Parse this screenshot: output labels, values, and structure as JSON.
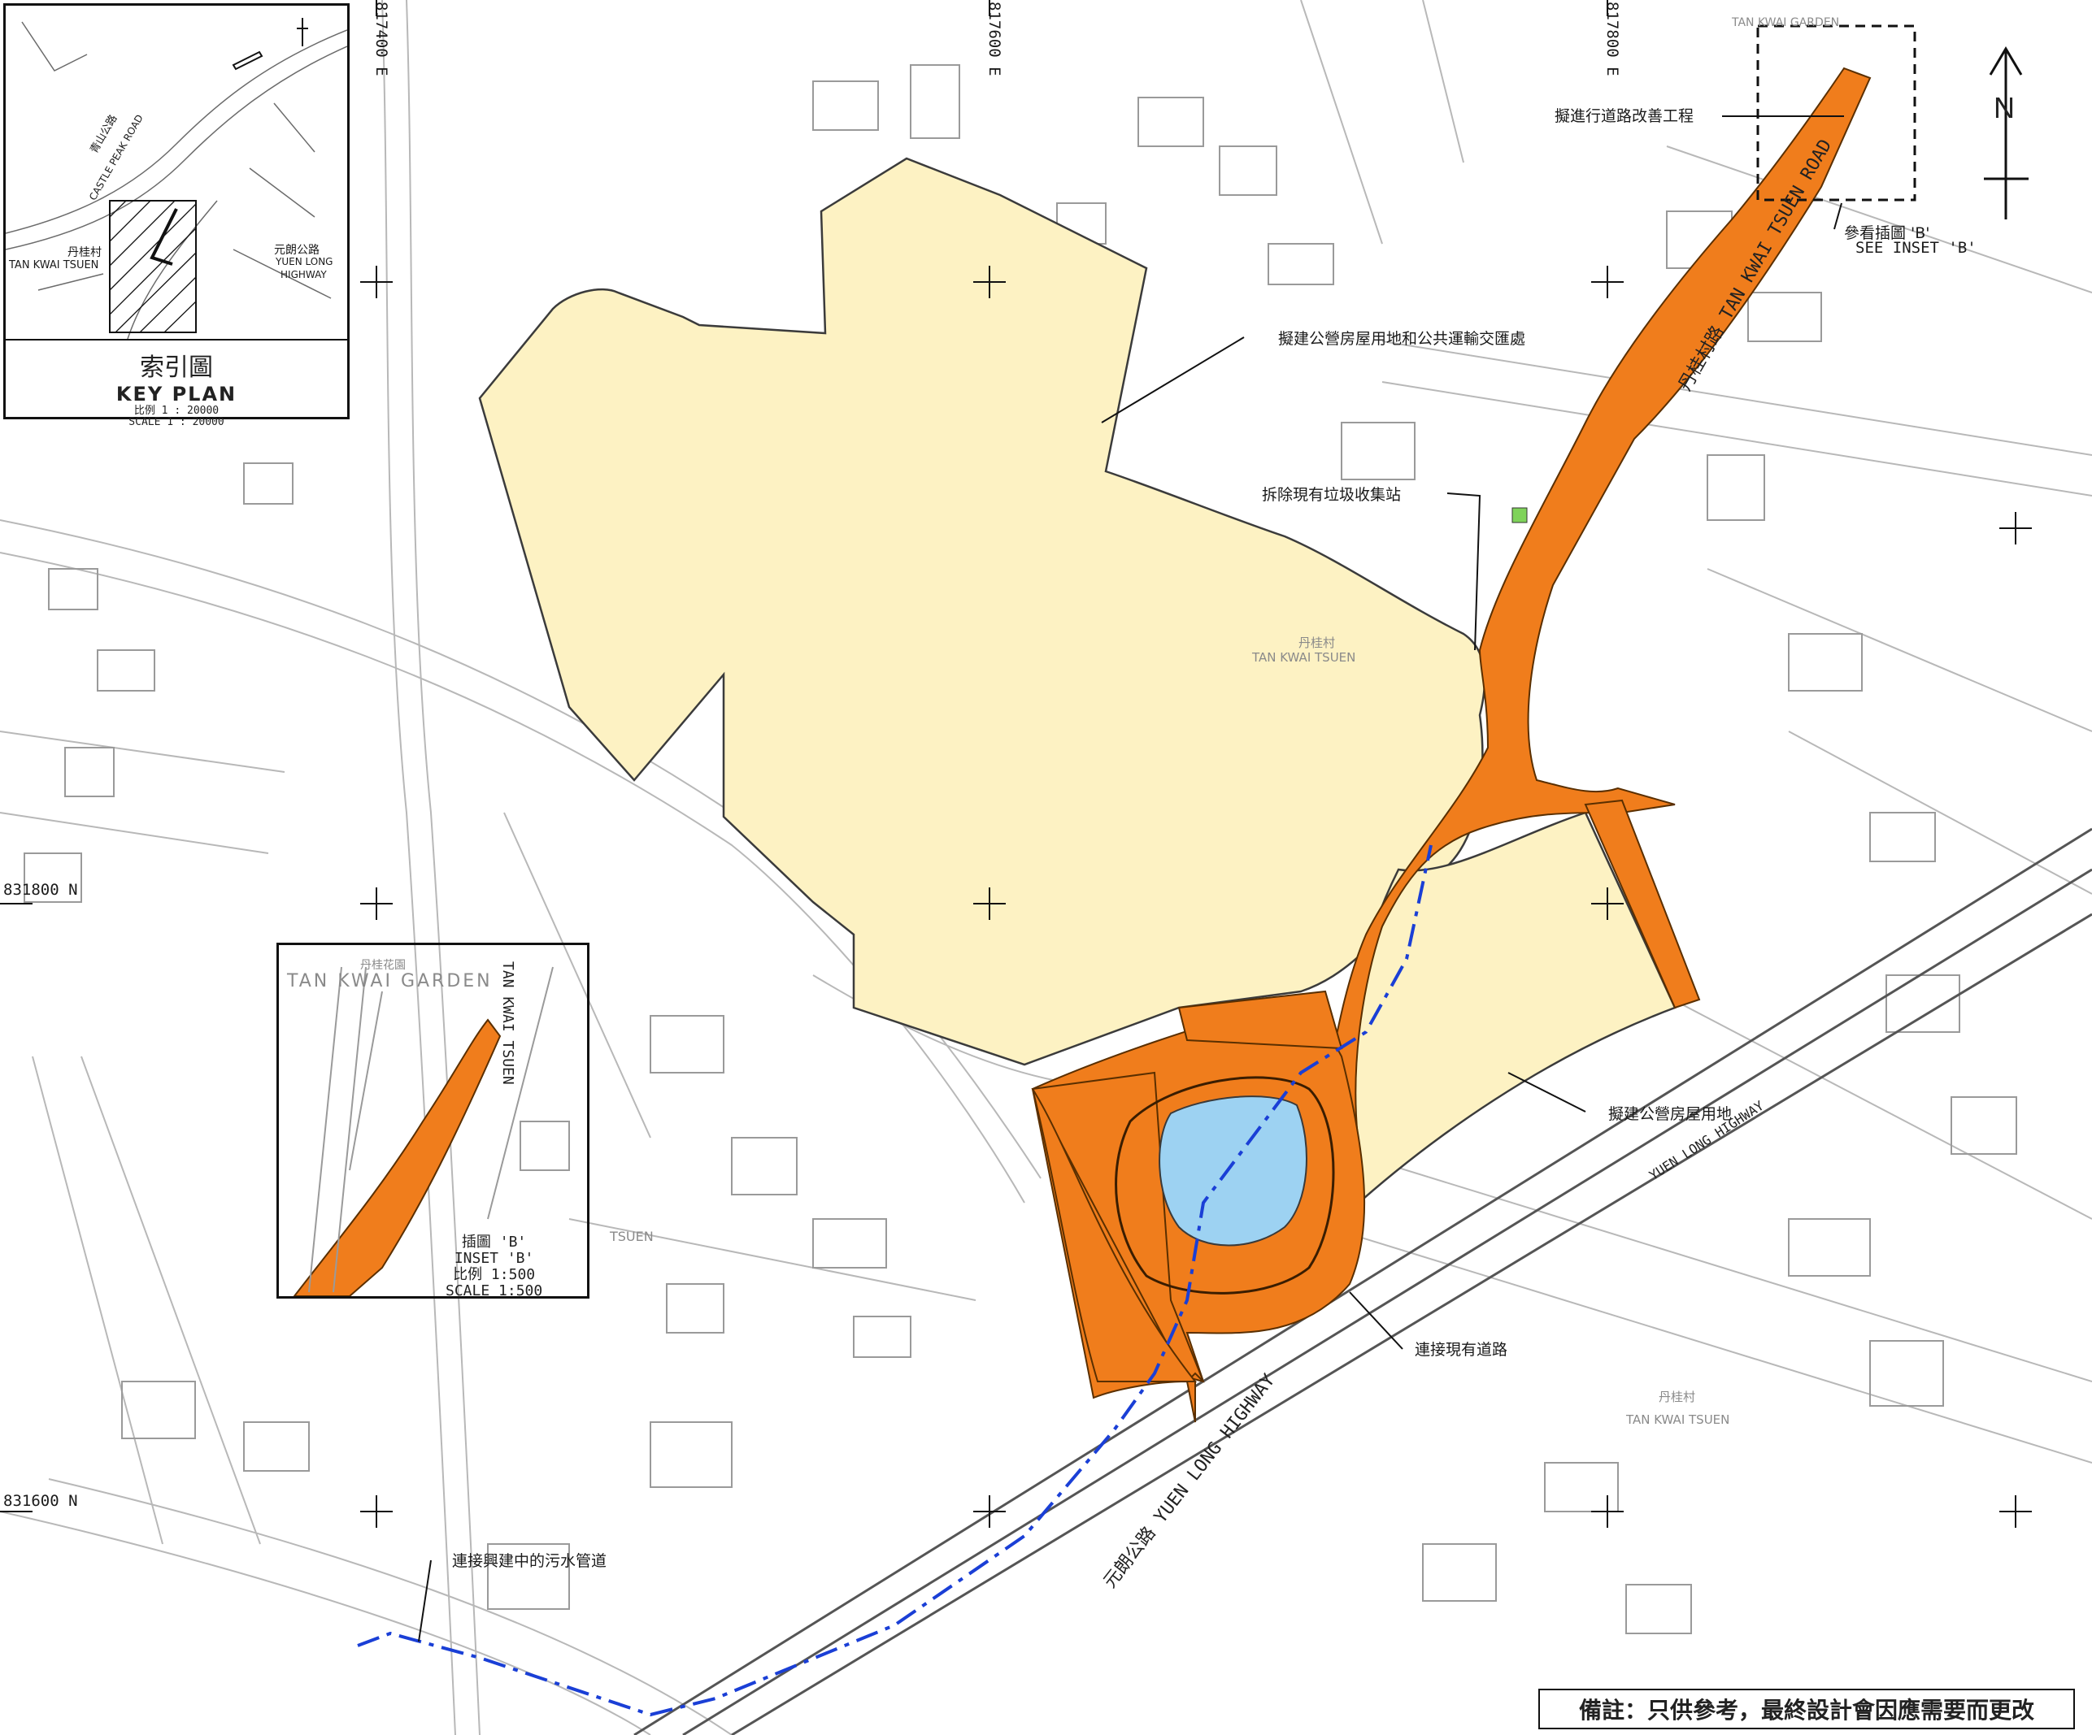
{
  "map": {
    "north_label": "N",
    "grid_labels": {
      "e_817400": "817400 E",
      "e_817600": "817600 E",
      "e_817800": "817800 E",
      "n_831800": "831800 N",
      "n_831600": "831600 N"
    },
    "callouts": {
      "footpath_improvement": "擬進行道路改善工程",
      "see_inset_cn": "參看插圖 'B'",
      "see_inset_en": "SEE INSET 'B'",
      "housing_transport": "擬建公營房屋用地和公共運輸交匯處",
      "demolish_refuse": "拆除現有垃圾收集站",
      "housing_site": "擬建公營房屋用地",
      "connect_road": "連接現有道路",
      "connect_sewer": "連接興建中的污水管道"
    },
    "place_labels": {
      "tan_kwai_tsuen_cn": "丹桂村",
      "tan_kwai_tsuen_en": "TAN KWAI TSUEN",
      "tan_kwai_garden_en": "TAN KWAI GARDEN",
      "yuen_long_highway": "元朗公路 YUEN LONG HIGHWAY",
      "yuen_long_highway_en": "YUEN LONG HIGHWAY",
      "tan_kwai_tsuen_road": "丹桂村路 TAN KWAI TSUEN ROAD",
      "tsuen_fragment": "TSUEN"
    },
    "colors": {
      "road_works": "#f07d1c",
      "housing_site": "#fdf2c3",
      "pond": "#9dd2f2",
      "sewer": "#1a3fd6",
      "green_box": "#7fd35a"
    }
  },
  "key_plan": {
    "title_cn": "索引圖",
    "title_en": "KEY PLAN",
    "scale_cn": "比例 1 : 20000",
    "scale_en": "SCALE 1 : 20000",
    "castle_peak_cn": "青山公路",
    "castle_peak_en": "CASTLE PEAK ROAD",
    "tkt_cn": "丹桂村",
    "tkt_en": "TAN KWAI TSUEN",
    "ylh_cn": "元朗公路",
    "ylh_en_1": "YUEN LONG",
    "ylh_en_2": "HIGHWAY"
  },
  "inset": {
    "garden_cn": "丹桂花園",
    "garden_en": "TAN KWAI GARDEN",
    "road_en": "TAN KWAI TSUEN",
    "title_cn": "插圖 'B'",
    "title_en": "INSET 'B'",
    "scale_cn": "比例 1:500",
    "scale_en": "SCALE 1:500"
  },
  "note": "備註：只供參考，最終設計會因應需要而更改"
}
